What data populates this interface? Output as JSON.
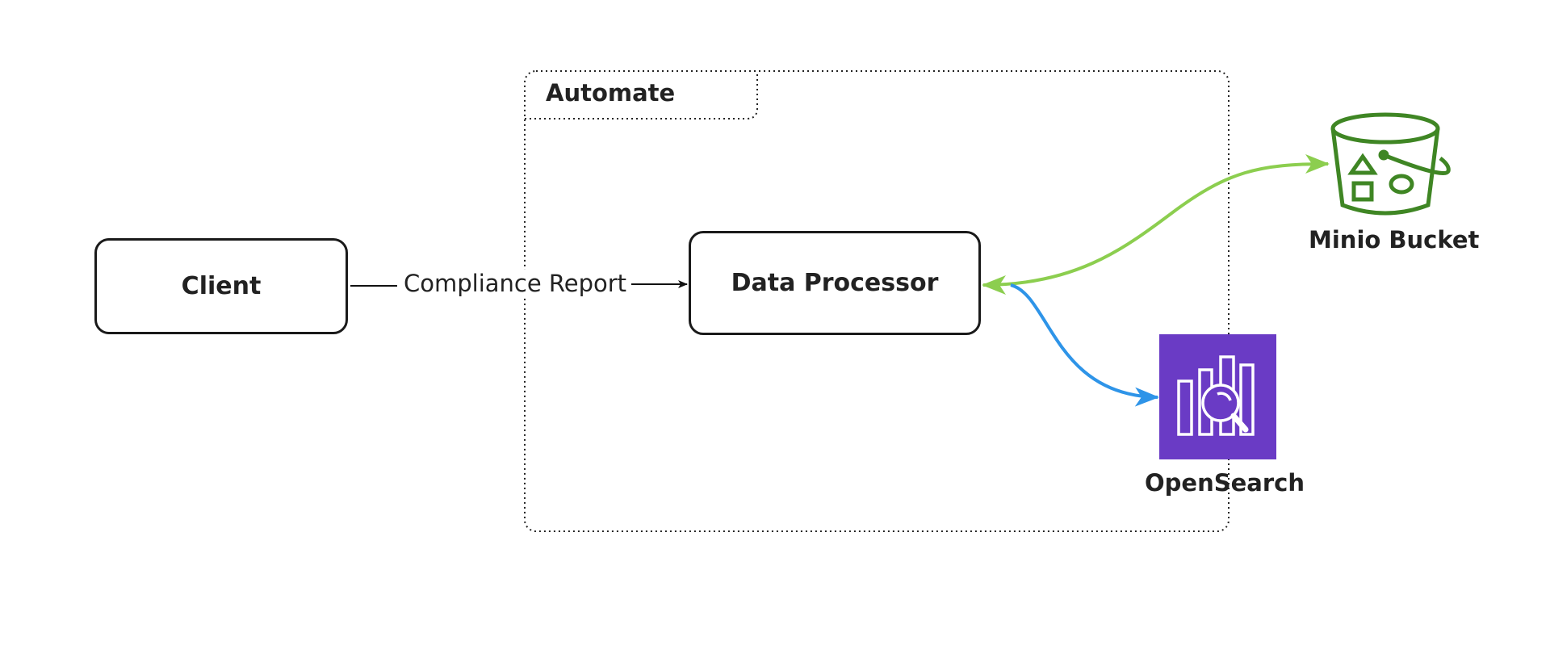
{
  "group": {
    "title": "Automate"
  },
  "nodes": {
    "client": {
      "label": "Client"
    },
    "processor": {
      "label": "Data Processor"
    },
    "bucket": {
      "label": "Minio Bucket",
      "icon": "bucket-icon",
      "color": "#3f8624"
    },
    "opensearch": {
      "label": "OpenSearch",
      "icon": "opensearch-icon",
      "color": "#6a3bc5"
    }
  },
  "edges": {
    "client_to_processor": {
      "label": "Compliance Report",
      "color": "#111111"
    },
    "processor_bucket": {
      "color": "#8cce4f",
      "direction": "both"
    },
    "processor_opensearch": {
      "color": "#2e94e8",
      "direction": "to-opensearch"
    }
  }
}
